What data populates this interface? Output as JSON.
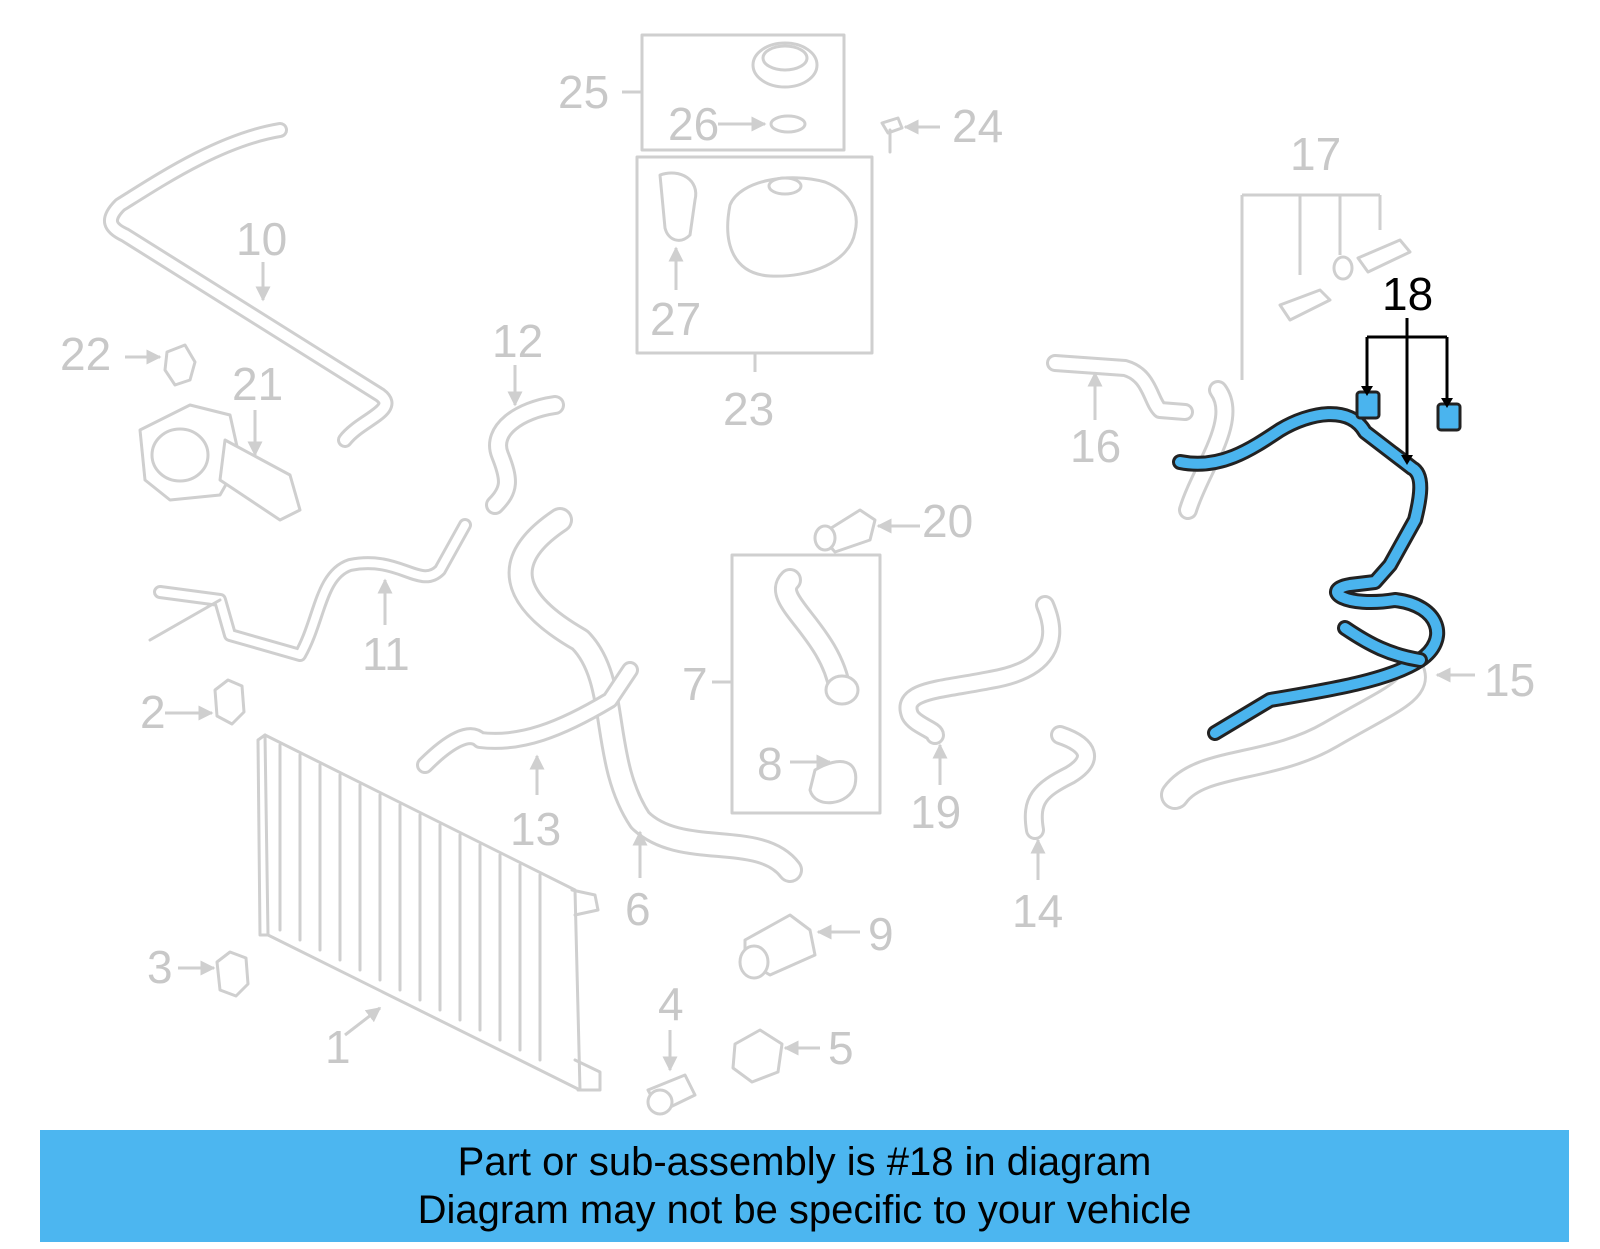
{
  "diagram": {
    "highlighted_part": "18",
    "labels": {
      "l1": "1",
      "l2": "2",
      "l3": "3",
      "l4": "4",
      "l5": "5",
      "l6": "6",
      "l7": "7",
      "l8": "8",
      "l9": "9",
      "l10": "10",
      "l11": "11",
      "l12": "12",
      "l13": "13",
      "l14": "14",
      "l15": "15",
      "l16": "16",
      "l17": "17",
      "l18": "18",
      "l19": "19",
      "l20": "20",
      "l21": "21",
      "l22": "22",
      "l23": "23",
      "l24": "24",
      "l25": "25",
      "l26": "26",
      "l27": "27"
    },
    "colors": {
      "highlight": "#4ab4ee",
      "faded_parts": "#cfcfcf",
      "banner": "#4cb6f0"
    }
  },
  "banner": {
    "line1": "Part or sub-assembly is #18 in diagram",
    "line2": "Diagram may not be specific to your vehicle"
  }
}
